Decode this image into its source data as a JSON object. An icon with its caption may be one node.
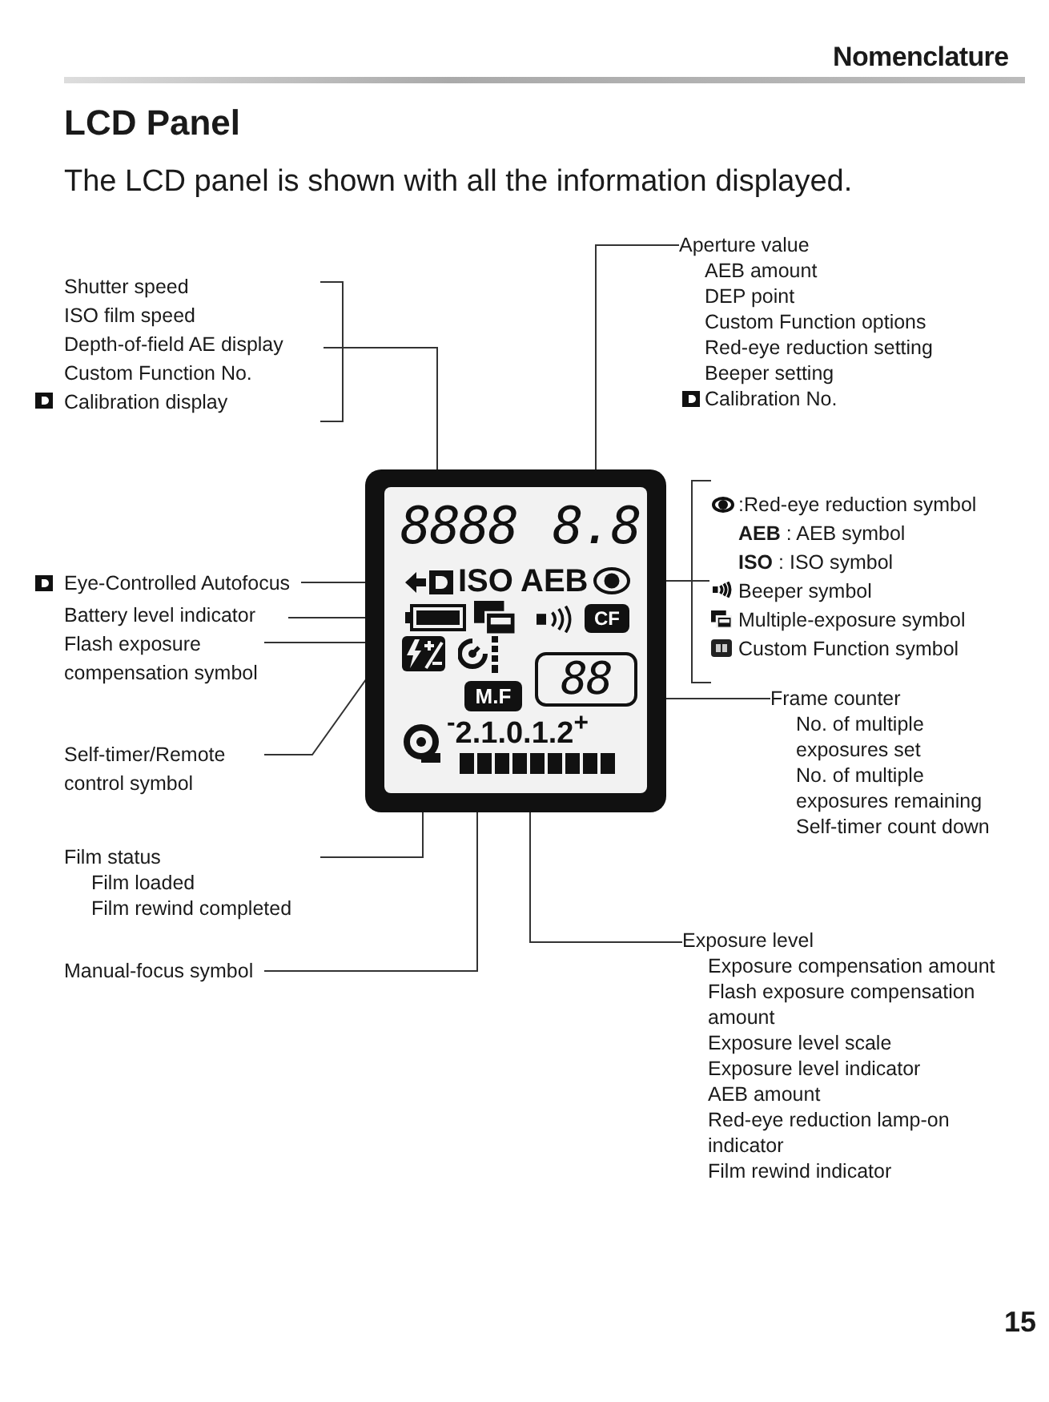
{
  "diagram": {
    "title": "LCD Panel",
    "nodes": [
      {
        "text": [],
        "shape": "box"
      },
      {
        "text": [
          "8888"
        ],
        "in": 0
      },
      {
        "text": [
          "8.8"
        ],
        "in": 0
      },
      {
        "text": [],
        "shape": "icon",
        "in": 0
      },
      {
        "text": [
          "ISO"
        ],
        "in": 0
      },
      {
        "text": [
          "AEB"
        ],
        "in": 0
      },
      {
        "text": [],
        "shape": "icon",
        "in": 0
      },
      {
        "text": [],
        "shape": "icon",
        "in": 0
      },
      {
        "text": [],
        "shape": "icon",
        "in": 0
      },
      {
        "text": [],
        "shape": "icon",
        "in": 0
      },
      {
        "text": [
          "CF"
        ],
        "in": 0
      },
      {
        "text": [],
        "shape": "icon",
        "in": 0
      },
      {
        "text": [],
        "shape": "icon",
        "in": 0
      },
      {
        "text": [
          "M.F"
        ],
        "in": 0
      },
      {
        "text": [
          "88"
        ],
        "in": 0
      },
      {
        "text": [],
        "shape": "icon",
        "in": 0
      },
      {
        "text": [
          "$^{-}$2.1.0.1.2$^{+}$"
        ],
        "in": 0
      },
      {
        "text": [
          "Shutter speed",
          "ISO film speed",
          "Depth-of-field AE display",
          "Custom Function No.",
          "Calibration display"
        ]
      },
      {
        "text": [
          "Aperture value",
          "AEB amount",
          "DEP point",
          "Custom Function options",
          "Red-eye reduction setting",
          "Beeper setting",
          "Calibration No."
        ]
      },
      {
        "text": [
          "Eye-Controlled Autofocus"
        ]
      },
      {
        "text": [
          "Battery level indicator"
        ]
      },
      {
        "text": [
          "Flash exposure compensation symbol"
        ]
      },
      {
        "text": [
          "Self-timer/Remote control symbol"
        ]
      },
      {
        "text": [
          "Film status",
          "Film loaded",
          "Film rewind completed"
        ]
      },
      {
        "text": [
          "Manual-focus symbol"
        ]
      },
      {
        "text": [
          ":Red-eye reduction symbol",
          "**AEB** : AEB symbol",
          "**ISO** :  ISO symbol",
          "Beeper symbol",
          "Multiple-exposure symbol",
          "Custom Function symbol"
        ]
      },
      {
        "text": [
          "Frame counter",
          "No. of multiple exposures set",
          "No. of multiple exposures remaining",
          "Self-timer count down"
        ]
      },
      {
        "text": [
          "Exposure level",
          "Exposure compensation amount",
          "Flash exposure compensation amount",
          "Exposure level scale",
          "Exposure level indicator",
          "AEB amount",
          "Red-eye reduction lamp-on indicator",
          "Film rewind indicator"
        ]
      }
    ],
    "edges": [
      {
        "from": 17,
        "to": 1,
        "arrow": "none"
      },
      {
        "from": 18,
        "to": 2,
        "arrow": "none"
      },
      {
        "from": 19,
        "to": 3,
        "arrow": "none"
      },
      {
        "from": 20,
        "to": 7,
        "arrow": "none"
      },
      {
        "from": 21,
        "to": 11,
        "arrow": "none"
      },
      {
        "from": 22,
        "to": 12,
        "arrow": "none"
      },
      {
        "from": 25,
        "to": 6,
        "arrow": "none"
      },
      {
        "from": 26,
        "to": 14,
        "arrow": "none"
      },
      {
        "from": 23,
        "to": 15,
        "arrow": "none"
      },
      {
        "from": 24,
        "to": 13,
        "arrow": "none"
      },
      {
        "from": 27,
        "to": 16,
        "arrow": "none"
      }
    ],
    "labels": [
      "Nomenclature",
      "The LCD panel is shown with all the information displayed.",
      "15"
    ]
  }
}
